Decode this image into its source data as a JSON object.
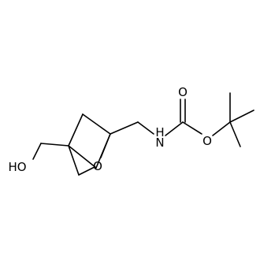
{
  "structure": {
    "atom_labels": {
      "hydroxyl": "HO",
      "ring_oxygen": "O",
      "nitrogen_h": "H",
      "nitrogen": "N",
      "carbonyl_oxygen": "O",
      "ester_oxygen": "O"
    },
    "colors": {
      "bond": "#000000",
      "text": "#000000",
      "background": "#ffffff"
    }
  }
}
